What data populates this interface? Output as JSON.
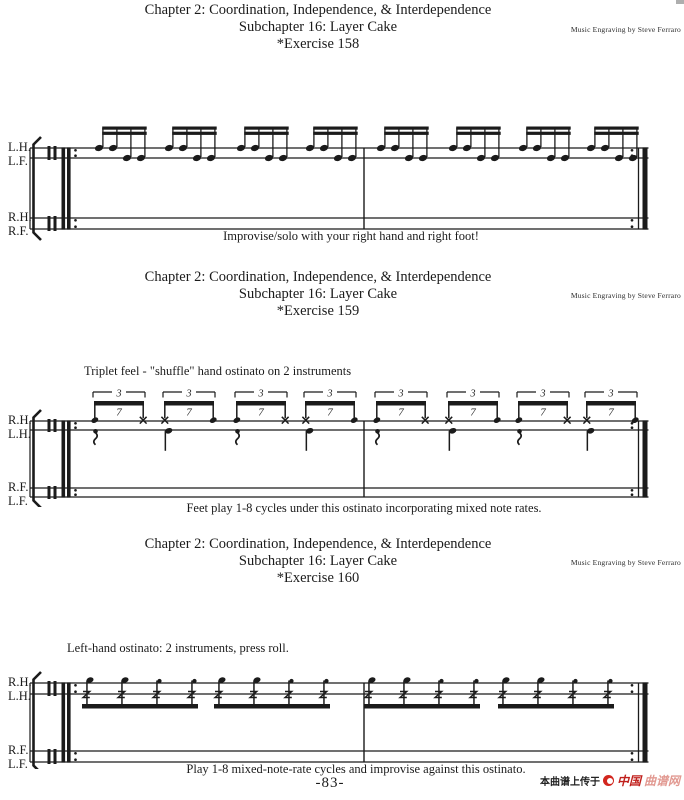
{
  "colors": {
    "ink": "#1b1b1b",
    "watermark_red": "#c0201c",
    "watermark_light_red": "#e29a92",
    "logo_red": "#d2261e"
  },
  "page": {
    "number": "-83-",
    "watermark": {
      "prefix": "本曲谱上传于",
      "logo": "red-circle-logo",
      "site_bold": "中国",
      "site_light": "曲谱网"
    }
  },
  "exercises": [
    {
      "header": [
        "Chapter 2: Coordination, Independence, & Interdependence",
        "Subchapter 16: Layer Cake",
        "*Exercise 158"
      ],
      "credit": "Music Engraving by Steve Ferraro",
      "instruction": "",
      "staff_labels": {
        "top": [
          "L.H.",
          "L.F."
        ],
        "bottom": [
          "R.H.",
          "R.F."
        ]
      },
      "caption": "Improvise/solo with your right hand and right foot!",
      "notation": {
        "type": "sixteenth-quads",
        "groups": 8,
        "measures": 2,
        "begin_repeat": true,
        "end_repeat": true
      }
    },
    {
      "header": [
        "Chapter 2: Coordination, Independence, & Interdependence",
        "Subchapter 16: Layer Cake",
        "*Exercise 159"
      ],
      "credit": "Music Engraving by Steve Ferraro",
      "instruction": "Triplet feel - \"shuffle\" hand ostinato on 2 instruments",
      "staff_labels": {
        "top": [
          "R.H.",
          "L.H."
        ],
        "bottom": [
          "R.F.",
          "L.F."
        ]
      },
      "caption": "Feet play 1-8 cycles under this ostinato incorporating mixed note rates.",
      "notation": {
        "type": "triplet-shuffle",
        "groups": 8,
        "measures": 2,
        "triplet_label": "3",
        "rest_glyph": "7",
        "begin_repeat": true,
        "end_repeat": true
      }
    },
    {
      "header": [
        "Chapter 2: Coordination, Independence, & Interdependence",
        "Subchapter 16: Layer Cake",
        "*Exercise 160"
      ],
      "credit": "Music Engraving by Steve Ferraro",
      "instruction": "Left-hand ostinato: 2 instruments, press roll.",
      "staff_labels": {
        "top": [
          "R.H.",
          "L.H."
        ],
        "bottom": [
          "R.F.",
          "L.F."
        ]
      },
      "caption": "Play 1-8 mixed-note-rate cycles and improvise against this ostinato.",
      "notation": {
        "type": "press-roll-quads",
        "groups": 4,
        "measures": 2,
        "begin_repeat": true,
        "end_repeat": true
      }
    }
  ]
}
